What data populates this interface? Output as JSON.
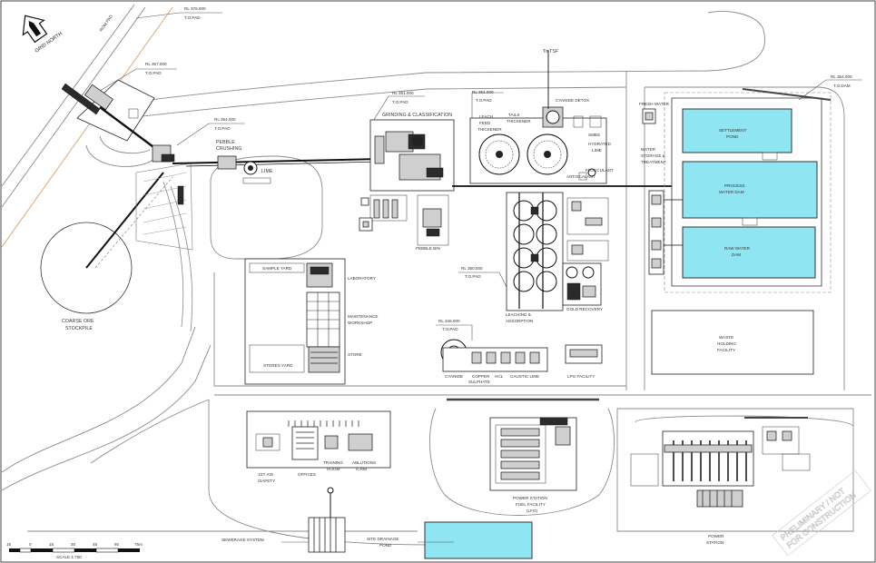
{
  "north": {
    "title": "GRID NORTH"
  },
  "rl_labels": {
    "rl376": "RL 376.000",
    "top_pad": "T.O.PAD",
    "rl357": "RL 357.000",
    "rl354_left": "RL 354.000",
    "rl351": "RL 351.000",
    "rl351b": "RL 351.000",
    "rl350": "RL 350.000",
    "rl346": "RL 346.000",
    "rl354_right": "RL 354.000",
    "top_dam": "T.O.DAM"
  },
  "areas": {
    "to_tsf": "To TSF",
    "pebble_crushing": "PEBBLE CRUSHING",
    "lime": "LIME",
    "grinding": "GRINDING & CLASSIFICATION",
    "leach_feed": "LEACH FEED THICKENER",
    "tails_thickener": "TAILS THICKENER",
    "cyanide_detox": "CYANIDE DETOX",
    "smbs": "SMBS",
    "hydrated_lime": "HYDRATED LIME",
    "flocculant": "FLOCCULANT",
    "antiscalant": "ANTISCALANT",
    "coarse_ore": "COARSE ORE STOCKPILE",
    "mill_pebble": "PEBBLE BIN",
    "leaching": "LEACHING & ADSORPTION",
    "gold_recovery": "GOLD RECOVERY",
    "cyanide": "CYANIDE",
    "copper_sulphate": "COPPER SULPHATE",
    "hcl": "HCL",
    "caustic_lime": "CAUSTIC LIME",
    "lpg_facility": "LPG FACILITY",
    "sample_yard": "SAMPLE YARD",
    "laboratory": "LABORATORY",
    "maintenance": "MAINTENANCE WORKSHOP",
    "store": "STORE",
    "stores_yard": "STORES YARD",
    "fresh_water": "FRESH WATER",
    "water_treatment": "WATER STORAGE & TREATMENT",
    "settlement_pond": "SETTLEMENT POND",
    "process_water": "PROCESS WATER DAM",
    "raw_water": "RAW WATER DAM",
    "waste_holding": "WASTE HOLDING FACILITY",
    "first_aid": "1ST AID / SAFETY",
    "offices": "OFFICES",
    "training": "TRAINING ROOM",
    "ablutions": "ABLUTIONS / CRIB",
    "power_fuel": "POWER STATION FUEL FACILITY (LFO)",
    "power_station": "POWER STATION",
    "sewerage": "SEWERAGE SYSTEM",
    "site_drainage": "SITE DRAINAGE POND",
    "rom_pad": "ROM PAD"
  },
  "scale": {
    "ticks": [
      "15",
      "0",
      "15",
      "30",
      "45",
      "60",
      "75m"
    ],
    "label": "SCALE 1:750"
  },
  "watermark": "PRELIMINARY / NOT FOR CONSTRUCTION",
  "colors": {
    "pond": "#8fe6f2",
    "line": "#222222",
    "road": "#8a8a8a"
  }
}
